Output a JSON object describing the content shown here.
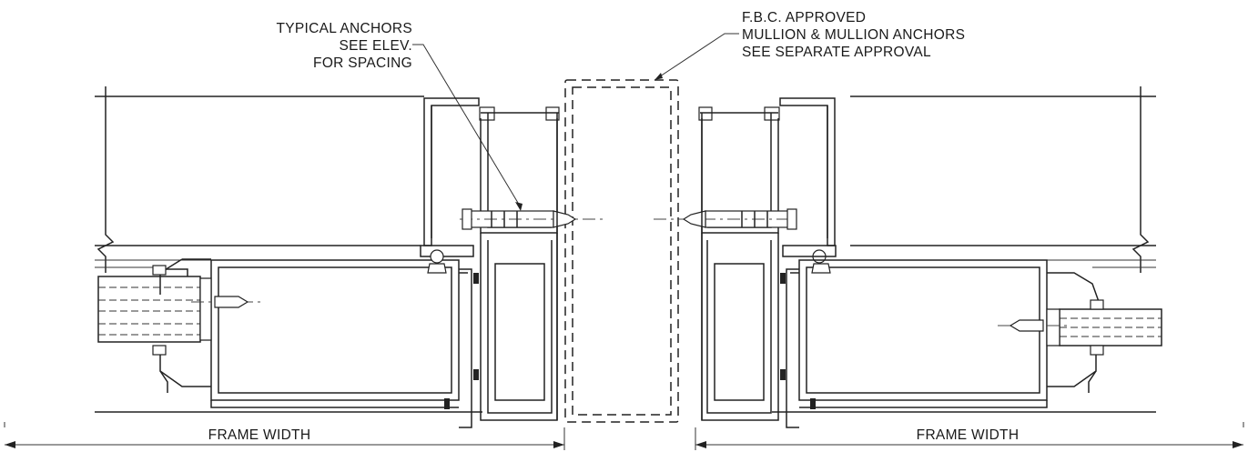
{
  "callouts": {
    "anchors": [
      "TYPICAL ANCHORS",
      "SEE ELEV.",
      "FOR SPACING"
    ],
    "mullion": [
      "F.B.C. APPROVED",
      "MULLION & MULLION ANCHORS",
      "SEE SEPARATE APPROVAL"
    ]
  },
  "dimensions": {
    "left_label": "FRAME WIDTH",
    "right_label": "FRAME WIDTH"
  },
  "colors": {
    "line": "#222222",
    "background": "#ffffff"
  }
}
